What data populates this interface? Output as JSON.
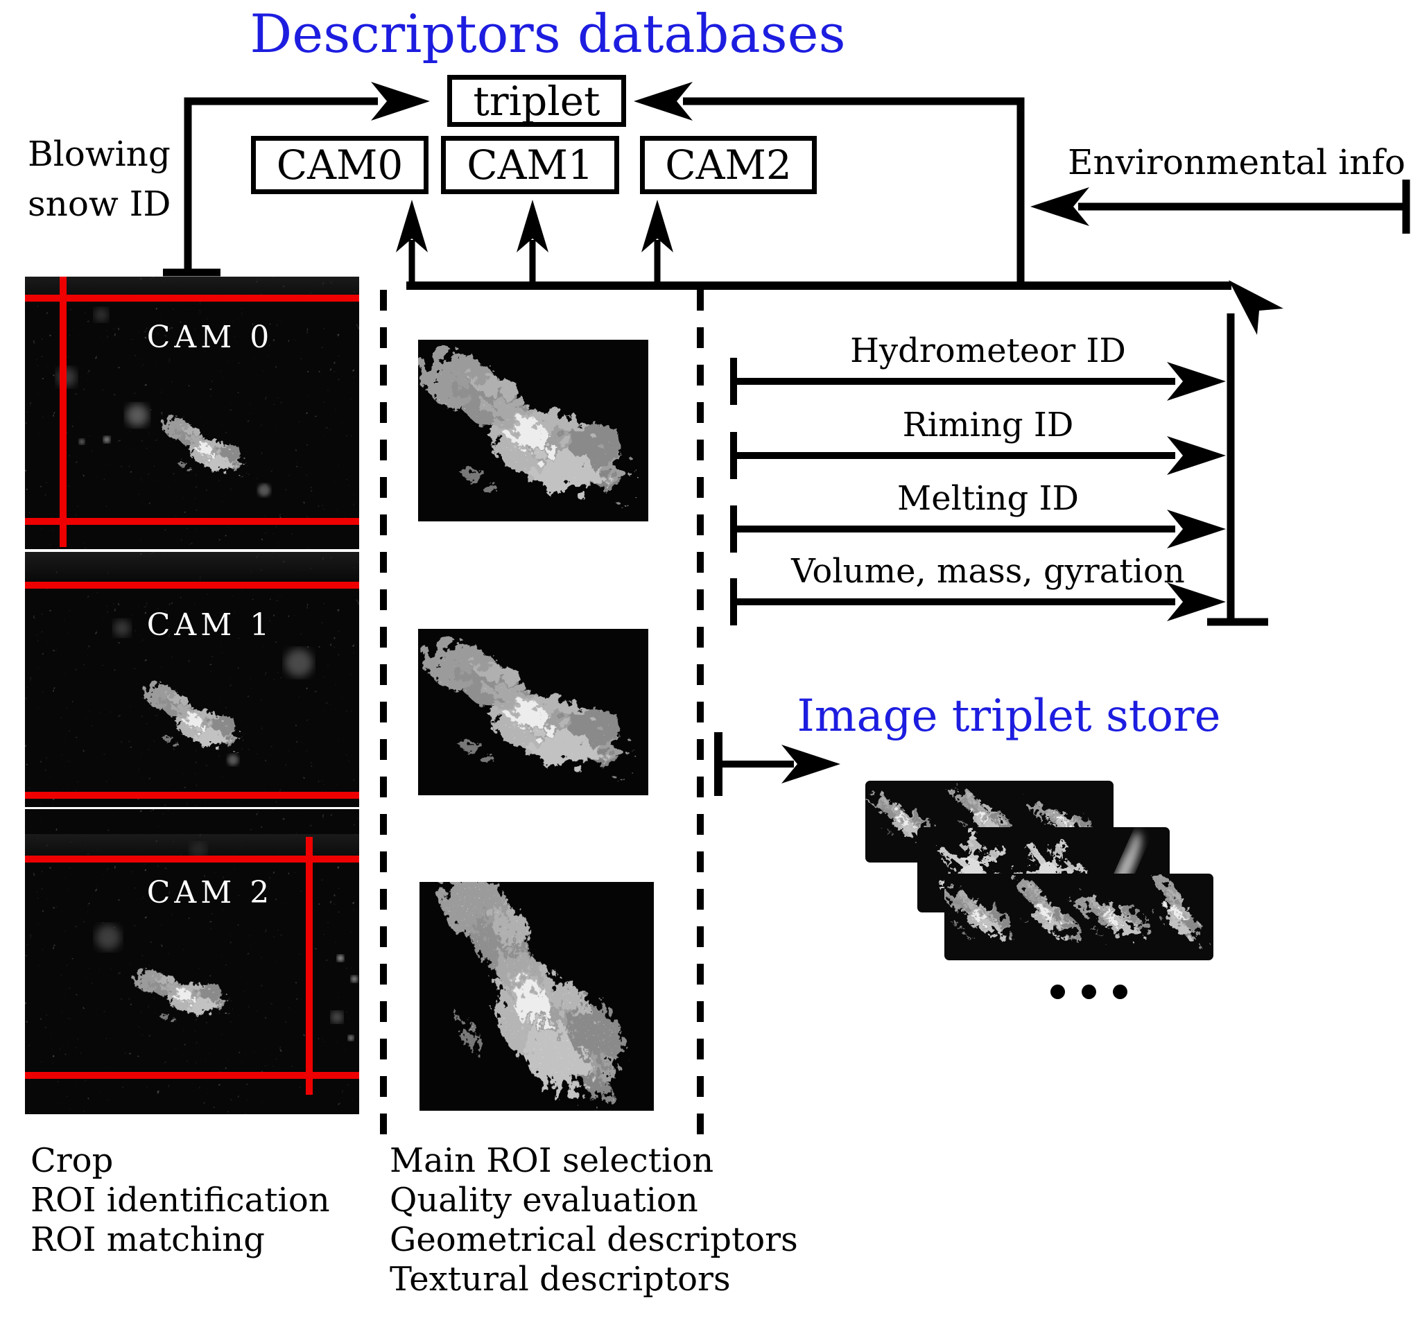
{
  "colors": {
    "title_blue": "#1d1de0",
    "crop_line_red": "#ee0000",
    "connector_black": "#000000"
  },
  "titles": {
    "main": "Descriptors databases",
    "store": "Image triplet store"
  },
  "boxes": {
    "triplet": "triplet",
    "cam0": "CAM0",
    "cam1": "CAM1",
    "cam2": "CAM2"
  },
  "inputs": {
    "blowing_snow_line1": "Blowing",
    "blowing_snow_line2": "snow ID",
    "environmental": "Environmental info"
  },
  "outputs": [
    "Hydrometeor ID",
    "Riming ID",
    "Melting ID",
    "Volume, mass, gyration"
  ],
  "camera_views": [
    {
      "label": "CAM 0"
    },
    {
      "label": "CAM 1"
    },
    {
      "label": "CAM 2"
    }
  ],
  "process_steps": {
    "stage1": [
      "Crop",
      "ROI identification",
      "ROI matching"
    ],
    "stage2": [
      "Main ROI selection",
      "Quality evaluation",
      "Geometrical descriptors",
      "Textural descriptors"
    ]
  }
}
